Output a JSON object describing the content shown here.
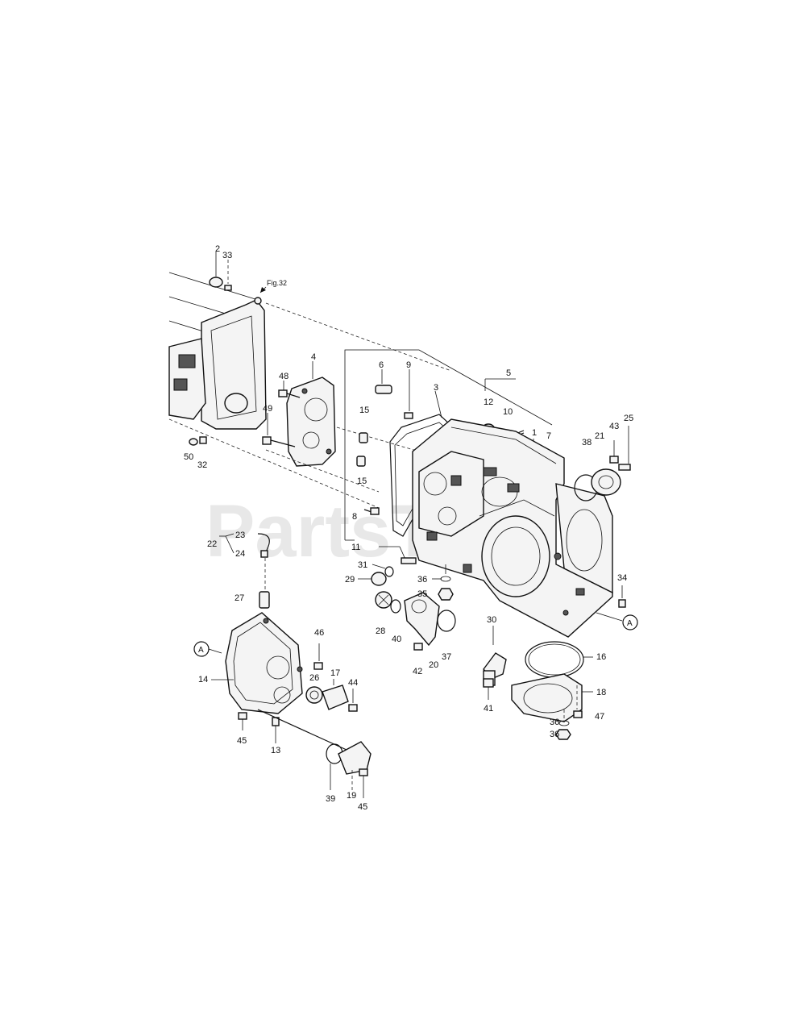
{
  "watermark": "PartsTree",
  "fig_ref": "Fig.32",
  "ref_marker": "A",
  "callouts": [
    {
      "id": "c2",
      "t": "2"
    },
    {
      "id": "c33",
      "t": "33"
    },
    {
      "id": "c4",
      "t": "4"
    },
    {
      "id": "c48",
      "t": "48"
    },
    {
      "id": "c49",
      "t": "49"
    },
    {
      "id": "c50",
      "t": "50"
    },
    {
      "id": "c32",
      "t": "32"
    },
    {
      "id": "c6",
      "t": "6"
    },
    {
      "id": "c9",
      "t": "9"
    },
    {
      "id": "c3",
      "t": "3"
    },
    {
      "id": "c5",
      "t": "5"
    },
    {
      "id": "c12",
      "t": "12"
    },
    {
      "id": "c10",
      "t": "10"
    },
    {
      "id": "c1",
      "t": "1"
    },
    {
      "id": "c7",
      "t": "7"
    },
    {
      "id": "c15a",
      "t": "15"
    },
    {
      "id": "c15b",
      "t": "15"
    },
    {
      "id": "c8",
      "t": "8"
    },
    {
      "id": "c11",
      "t": "11"
    },
    {
      "id": "c38",
      "t": "38"
    },
    {
      "id": "c21",
      "t": "21"
    },
    {
      "id": "c43",
      "t": "43"
    },
    {
      "id": "c25",
      "t": "25"
    },
    {
      "id": "c22",
      "t": "22"
    },
    {
      "id": "c23",
      "t": "23"
    },
    {
      "id": "c24",
      "t": "24"
    },
    {
      "id": "c27",
      "t": "27"
    },
    {
      "id": "c31",
      "t": "31"
    },
    {
      "id": "c29",
      "t": "29"
    },
    {
      "id": "c36a",
      "t": "36"
    },
    {
      "id": "c35a",
      "t": "35"
    },
    {
      "id": "c34",
      "t": "34"
    },
    {
      "id": "c28",
      "t": "28"
    },
    {
      "id": "c40",
      "t": "40"
    },
    {
      "id": "c42",
      "t": "42"
    },
    {
      "id": "c20",
      "t": "20"
    },
    {
      "id": "c37",
      "t": "37"
    },
    {
      "id": "c30",
      "t": "30"
    },
    {
      "id": "c16",
      "t": "16"
    },
    {
      "id": "c18",
      "t": "18"
    },
    {
      "id": "c41",
      "t": "41"
    },
    {
      "id": "c36b",
      "t": "36"
    },
    {
      "id": "c36c",
      "t": "36"
    },
    {
      "id": "c47",
      "t": "47"
    },
    {
      "id": "c46",
      "t": "46"
    },
    {
      "id": "c14",
      "t": "14"
    },
    {
      "id": "c26",
      "t": "26"
    },
    {
      "id": "c17",
      "t": "17"
    },
    {
      "id": "c44",
      "t": "44"
    },
    {
      "id": "c45a",
      "t": "45"
    },
    {
      "id": "c13",
      "t": "13"
    },
    {
      "id": "c39",
      "t": "39"
    },
    {
      "id": "c19",
      "t": "19"
    },
    {
      "id": "c45b",
      "t": "45"
    }
  ]
}
